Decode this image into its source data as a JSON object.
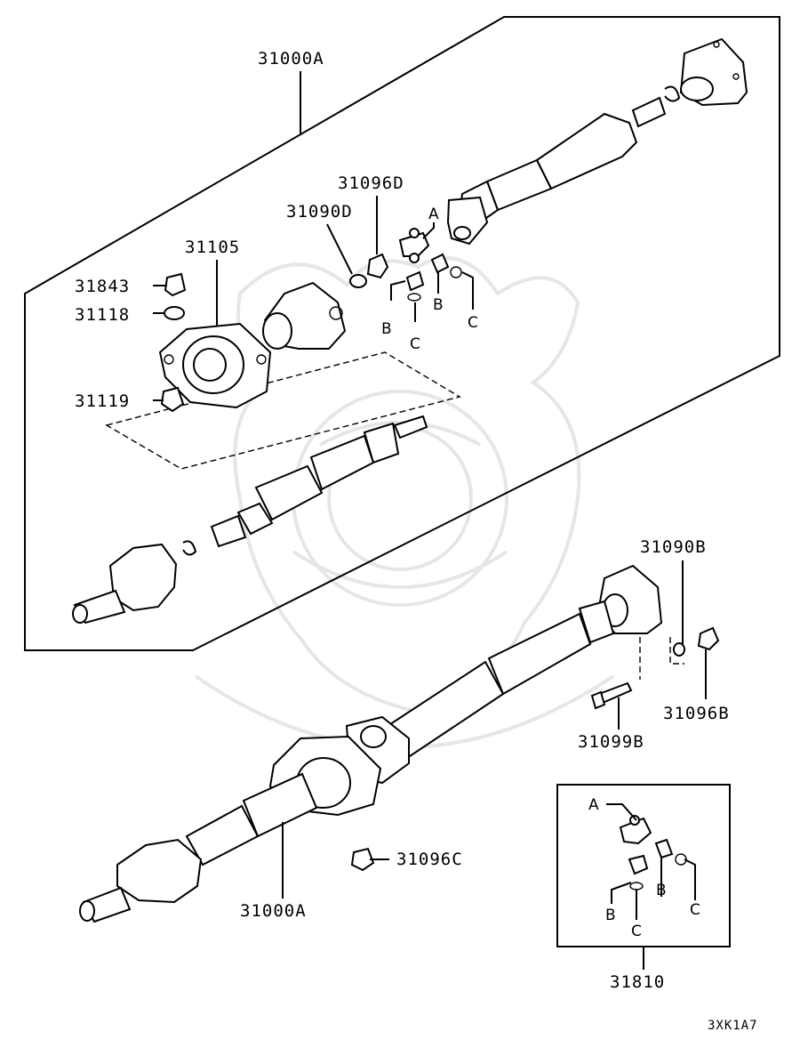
{
  "parts": {
    "p31000A_top": "31000A",
    "p31096D": "31096D",
    "p31090D": "31090D",
    "p31105": "31105",
    "p31843": "31843",
    "p31118": "31118",
    "p31119": "31119",
    "p31090B": "31090B",
    "p31096B": "31096B",
    "p31099B": "31099B",
    "p31096C": "31096C",
    "p31000A_bottom": "31000A",
    "p31810": "31810"
  },
  "callouts": {
    "a_top": "A",
    "b_top_left": "B",
    "b_top_right": "B",
    "c_top_left": "C",
    "c_top_right": "C",
    "a_kit": "A",
    "b_kit_left": "B",
    "b_kit_right": "B",
    "c_kit_left": "C",
    "c_kit_right": "C"
  },
  "diagram_code": "3XK1A7"
}
